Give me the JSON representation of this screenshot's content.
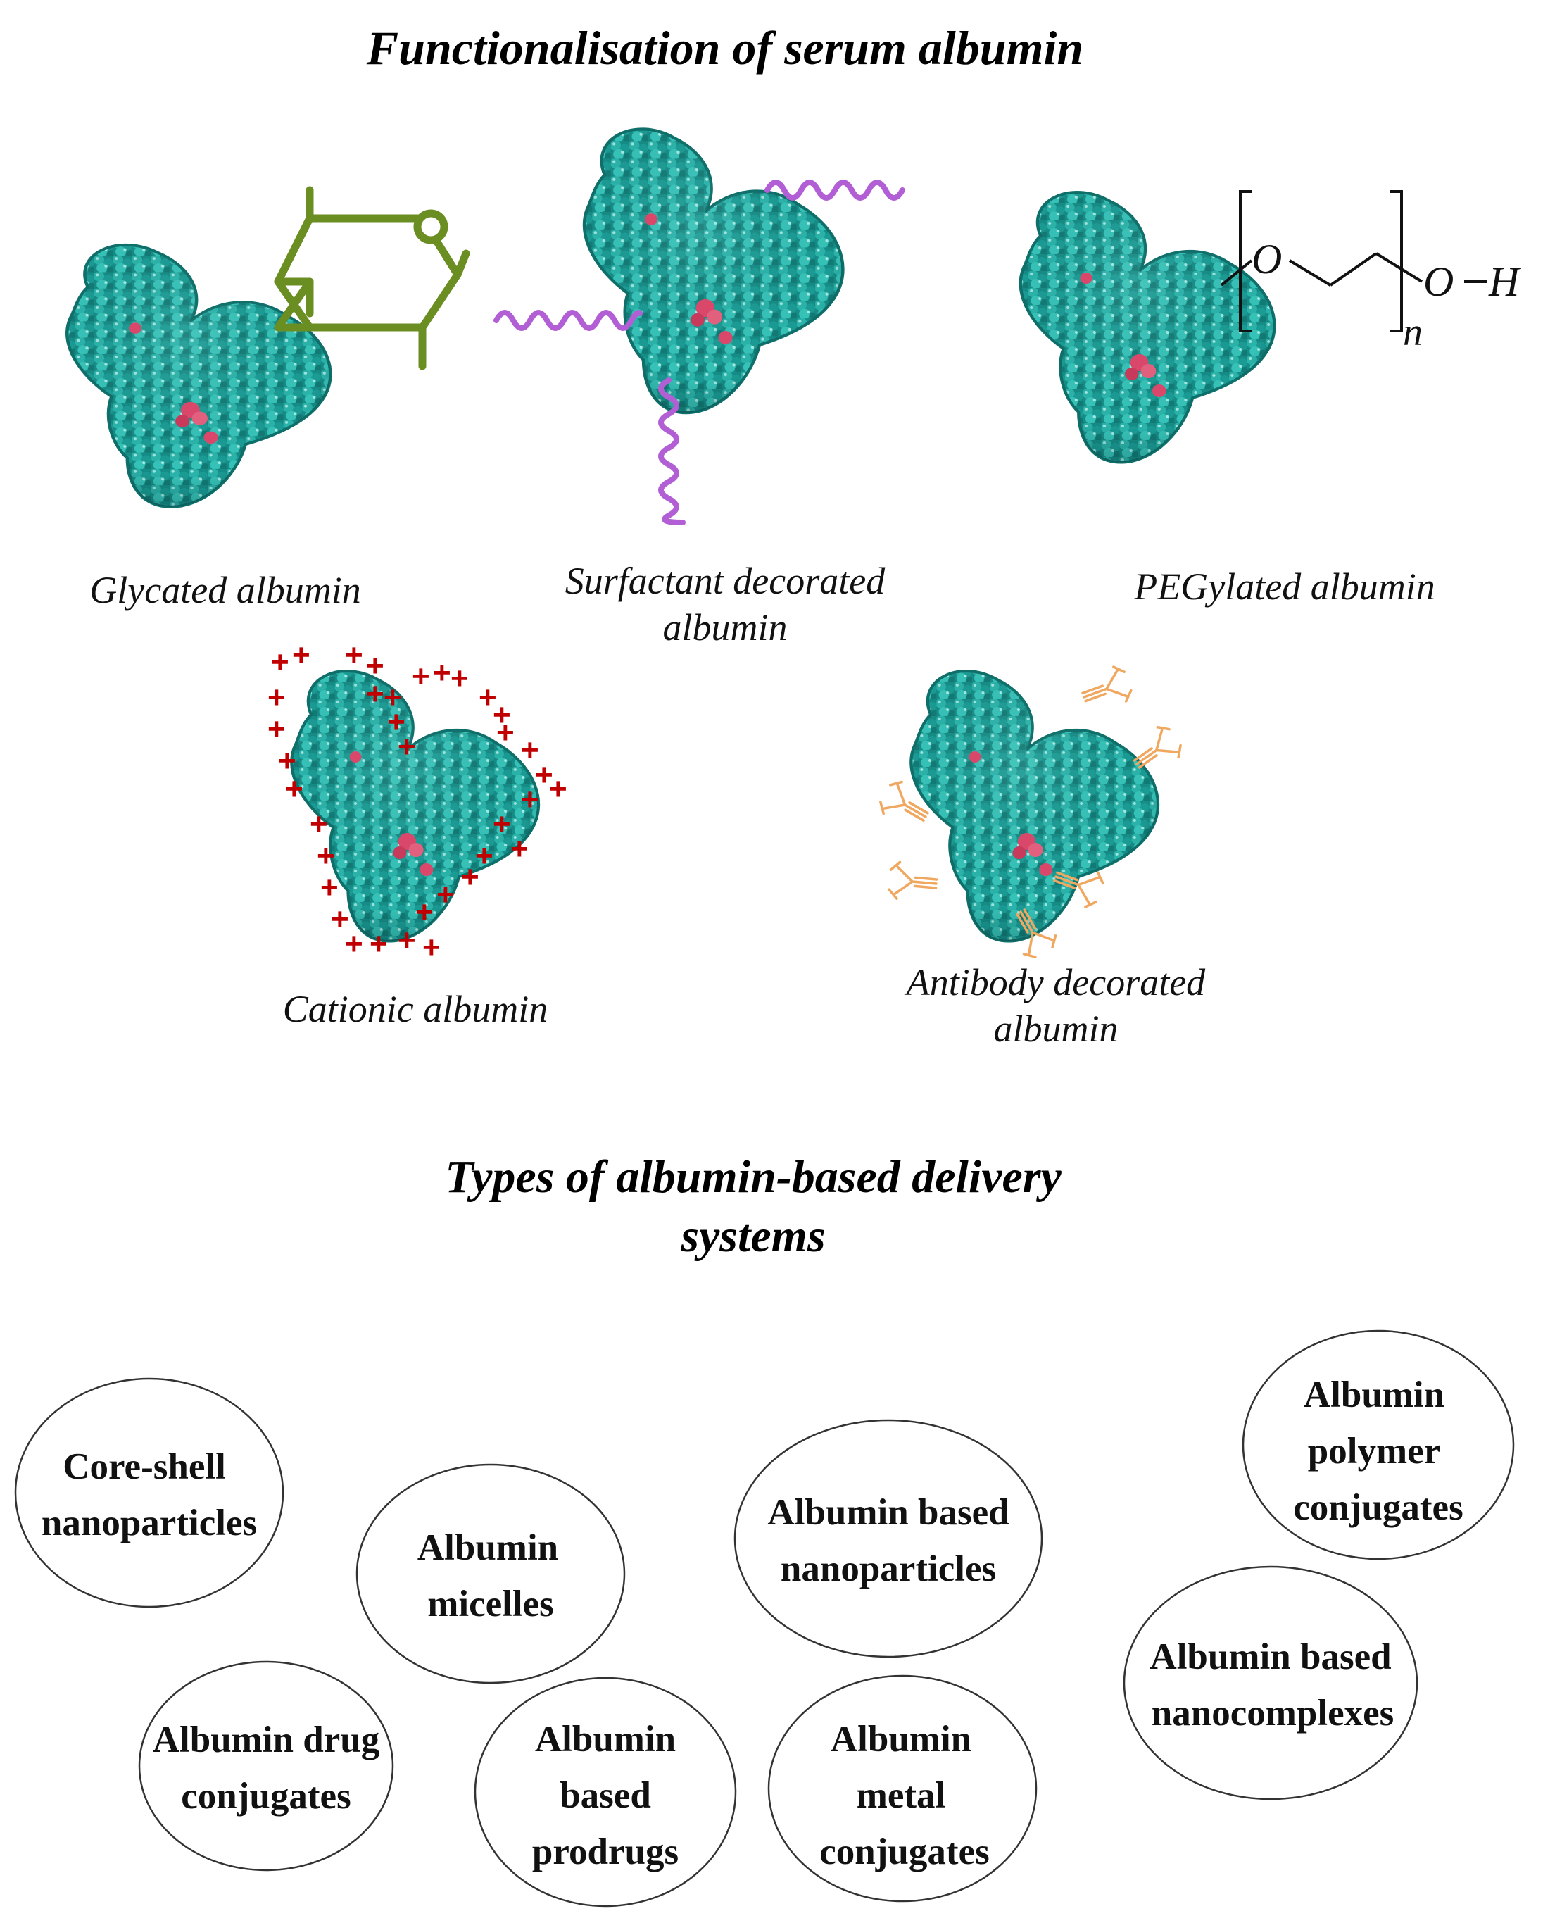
{
  "title_top": "Functionalisation of serum albumin",
  "title_bottom": [
    "Types of albumin-based delivery",
    "systems"
  ],
  "captions": {
    "glycated": [
      "Glycated albumin"
    ],
    "surfactant": [
      "Surfactant decorated",
      "albumin"
    ],
    "pegylated": [
      "PEGylated albumin"
    ],
    "cationic": [
      "Cationic albumin"
    ],
    "antibody": [
      "Antibody decorated",
      "albumin"
    ]
  },
  "peg_formula": {
    "o1": "O",
    "o2": "O",
    "h": "H",
    "n": "n"
  },
  "ellipse_labels": {
    "core_shell": [
      "Core-shell",
      "nanoparticles"
    ],
    "micelles": [
      "Albumin",
      "micelles"
    ],
    "based_np": [
      "Albumin based",
      "nanoparticles"
    ],
    "polymer": [
      "Albumin",
      "polymer",
      "conjugates"
    ],
    "nanocomplexes": [
      "Albumin based",
      "nanocomplexes"
    ],
    "drug": [
      "Albumin drug",
      "conjugates"
    ],
    "prodrugs": [
      "Albumin",
      "based",
      "prodrugs"
    ],
    "metal": [
      "Albumin",
      "metal",
      "conjugates"
    ]
  },
  "colors": {
    "protein": "#1f9a94",
    "protein_dark": "#0f6f6a",
    "protein_light": "#5cc7bf",
    "ligand": "#d9486a",
    "sugar": "#6b8e23",
    "surfactant": "#b25fd6",
    "charge": "#c00000",
    "antibody": "#f0a860"
  },
  "icons": {
    "glycated": "protein-with-sugar-ring-icon",
    "surfactant": "protein-with-surfactant-chains-icon",
    "pegylated": "protein-with-peg-chain-icon",
    "cationic": "protein-with-positive-charges-icon",
    "antibody": "protein-with-antibodies-icon"
  }
}
